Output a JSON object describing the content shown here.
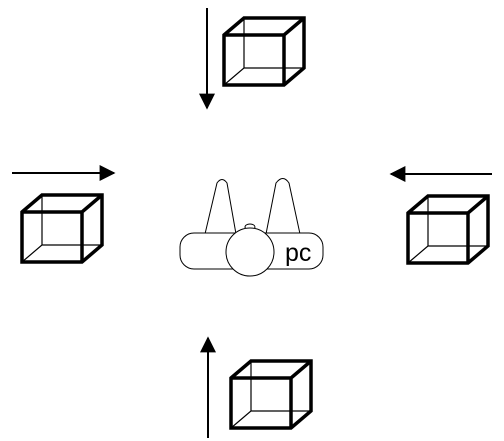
{
  "diagram": {
    "device_label": "pc",
    "colors": {
      "stroke": "#000000",
      "background": "#ffffff"
    },
    "cubes": [
      {
        "id": "top",
        "icon": "wireframe-cube-icon",
        "arrow_direction": "down"
      },
      {
        "id": "left",
        "icon": "wireframe-cube-icon",
        "arrow_direction": "right"
      },
      {
        "id": "right",
        "icon": "wireframe-cube-icon",
        "arrow_direction": "left"
      },
      {
        "id": "bottom",
        "icon": "wireframe-cube-icon",
        "arrow_direction": "up"
      }
    ],
    "device_icon": "pc-device-icon"
  }
}
